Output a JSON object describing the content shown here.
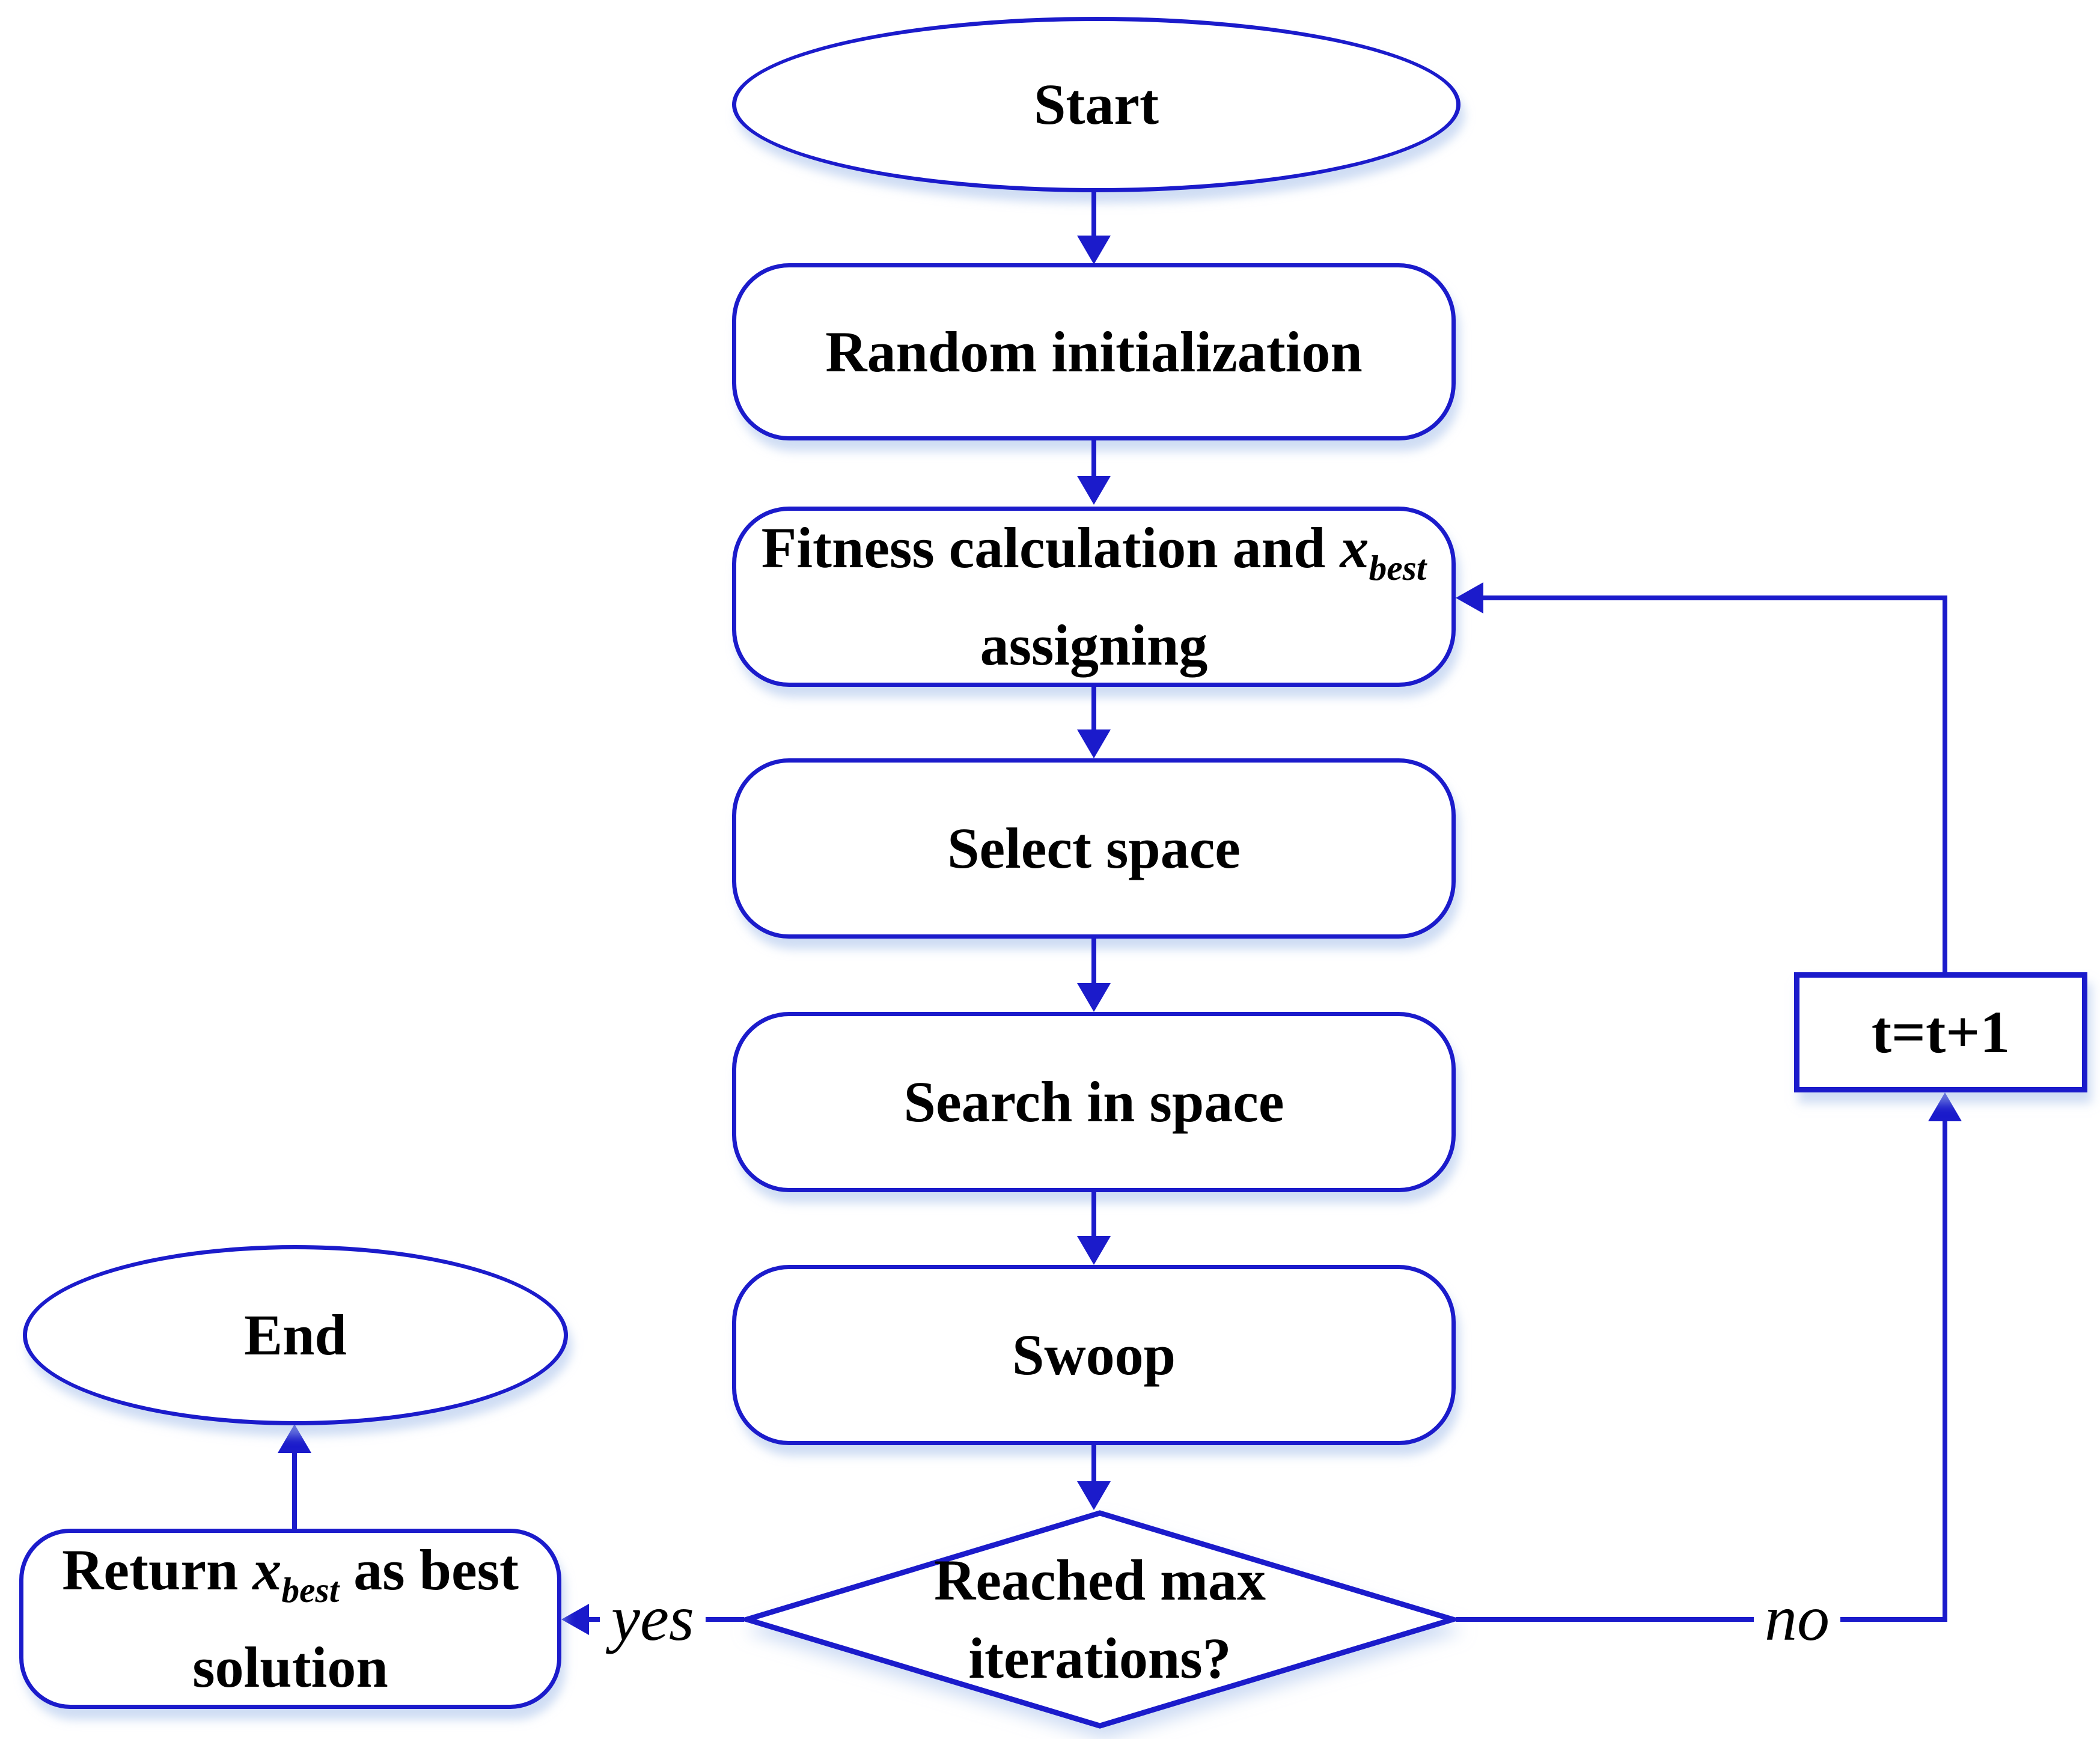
{
  "theme": {
    "accent_color": "#1b1bcb",
    "shadow_color": "rgba(168,193,235,0.55)",
    "text_color": "#000000",
    "background_color": "#ffffff"
  },
  "nodes": {
    "start": {
      "label": "Start"
    },
    "random_initialization": {
      "label": "Random initialization"
    },
    "fitness": {
      "line1_parts": [
        {
          "text": "Fitness calculation and ",
          "style": "plain"
        },
        {
          "text": "x",
          "style": "italic"
        },
        {
          "text": "best",
          "style": "subscript-italic"
        }
      ],
      "line2": "assigning"
    },
    "select_space": {
      "label": "Select space"
    },
    "search_in_space": {
      "label": "Search in space"
    },
    "swoop": {
      "label": "Swoop"
    },
    "decision": {
      "line1": "Reached max",
      "line2": "iterations?"
    },
    "return_best": {
      "line1_parts": [
        {
          "text": "Return ",
          "style": "plain"
        },
        {
          "text": "x",
          "style": "italic"
        },
        {
          "text": "best",
          "style": "subscript-italic"
        },
        {
          "text": " as best",
          "style": "plain"
        }
      ],
      "line2": "solution"
    },
    "end": {
      "label": "End"
    },
    "increment": {
      "label": "t=t+1"
    }
  },
  "edge_labels": {
    "yes": "yes",
    "no": "no"
  }
}
